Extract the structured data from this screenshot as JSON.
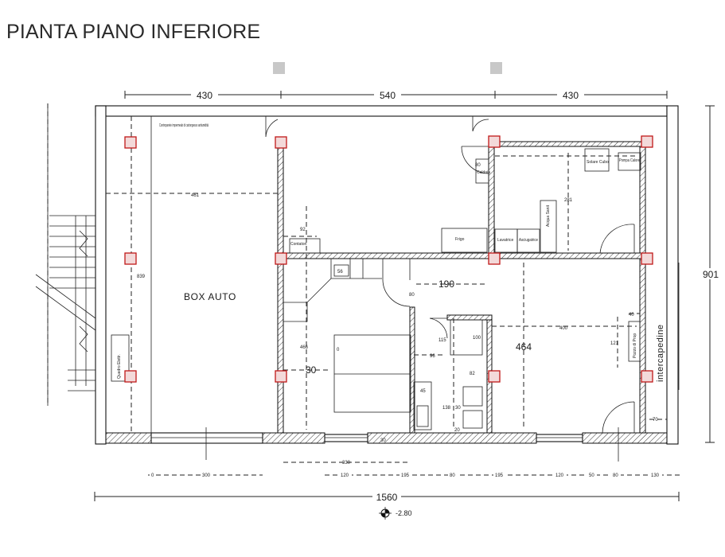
{
  "title": "PIANTA PIANO INFERIORE",
  "colors": {
    "pillar_stroke": "#c01818",
    "pillar_fill": "#f3d9d9",
    "top_marker": "#c8c8c8",
    "line": "#111111"
  },
  "dimensions_top": [
    "430",
    "540",
    "430"
  ],
  "dimension_right": "901",
  "dimension_total": "1560",
  "level": "-2.80",
  "rooms": {
    "box_auto": "BOX AUTO",
    "intercapedine": "intercapedine",
    "room_464": "464"
  },
  "labels": {
    "note_top": "Controparete impermeab di cartongesso antiumidità",
    "quadro": "Quadro Elettr.",
    "contatori": "Contatori",
    "frigo": "Frigo",
    "lavatrice": "Lavatrice",
    "asciugatrice": "Asciugatrice",
    "acqua": "Acqua Sanit",
    "caldaia": "Caldaia",
    "boiler": "Solare Cubo",
    "pompa": "Pompa Calore",
    "pozzo": "Pozzo di Prop"
  },
  "dims_interior": {
    "d461": "461",
    "d839": "839",
    "d92": "92",
    "d56": "56",
    "d80a": "80",
    "d80b": "80",
    "d190": "190",
    "d281": "281",
    "d466": "466",
    "d30a": "30",
    "d0": "0",
    "d115": "115",
    "d100": "100",
    "d96": "96",
    "d82": "82",
    "d45": "45",
    "d138": "138",
    "d30b": "30",
    "d20": "20",
    "d400": "400",
    "d40": "40",
    "d121": "121",
    "d70": "70",
    "d30c": "30"
  },
  "dims_bottom": {
    "d330": "330",
    "row": [
      "0",
      "300",
      "120",
      "195",
      "80",
      "195",
      "120",
      "50",
      "80",
      "130"
    ]
  }
}
